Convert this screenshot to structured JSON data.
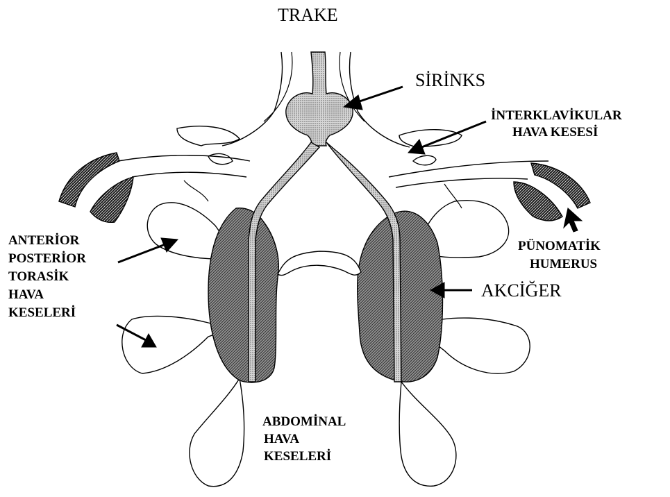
{
  "labels": {
    "trachea": "TRAKE",
    "syrinx": "SİRİNKS",
    "interclavicular_line1": "İNTERKLAVİKULAR",
    "interclavicular_line2": "HAVA KESESİ",
    "thoracic_line1": "ANTERİOR",
    "thoracic_line2": "POSTERİOR",
    "thoracic_line3": "TORASİK",
    "thoracic_line4": "HAVA",
    "thoracic_line5": "KESELERİ",
    "humerus_line1": "PÜNOMATİK",
    "humerus_line2": "HUMERUS",
    "lung": "AKCİĞER",
    "abdominal_line1": "ABDOMİNAL",
    "abdominal_line2": "HAVA",
    "abdominal_line3": "KESELERİ"
  },
  "colors": {
    "ink": "#000000",
    "paper": "#ffffff",
    "lung_fill": "#8a8a8a",
    "airway_fill": "#bdbdbd"
  }
}
